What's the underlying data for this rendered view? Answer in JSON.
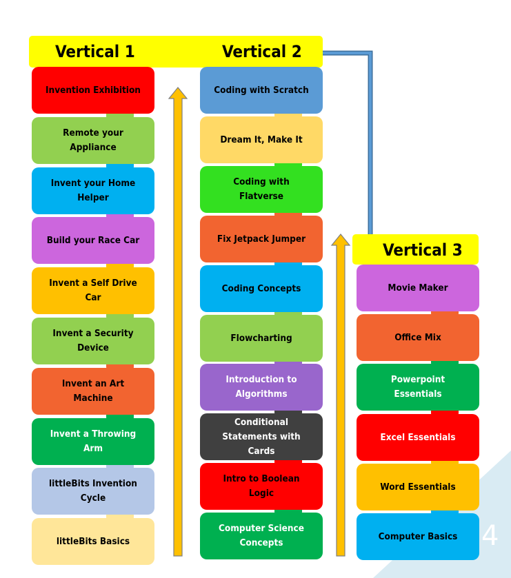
{
  "verticals": [
    {
      "label": "Vertical 1"
    },
    {
      "label": "Vertical 2"
    },
    {
      "label": "Vertical 3"
    }
  ],
  "columns": [
    {
      "name": "vertical-1",
      "cards": [
        {
          "label": "Invention Exhibition",
          "color": "#ff0000"
        },
        {
          "label": "Remote your Appliance",
          "color": "#92d050"
        },
        {
          "label": "Invent your Home Helper",
          "color": "#00b0f0"
        },
        {
          "label": "Build your Race Car",
          "color": "#cc66dd"
        },
        {
          "label": "Invent a Self Drive Car",
          "color": "#ffc000"
        },
        {
          "label": "Invent a Security Device",
          "color": "#92d050"
        },
        {
          "label": "Invent an Art Machine",
          "color": "#f26430"
        },
        {
          "label": "Invent a Throwing Arm",
          "color": "#00b050"
        },
        {
          "label": "littleBits Invention Cycle",
          "color": "#b4c7e7"
        },
        {
          "label": "littleBits Basics",
          "color": "#ffe699"
        }
      ]
    },
    {
      "name": "vertical-2",
      "cards": [
        {
          "label": "Coding with Scratch",
          "color": "#5b9bd5"
        },
        {
          "label": "Dream It, Make It",
          "color": "#ffd966"
        },
        {
          "label": "Coding with Flatverse",
          "color": "#33e020"
        },
        {
          "label": "Fix Jetpack Jumper",
          "color": "#f26430"
        },
        {
          "label": "Coding Concepts",
          "color": "#00b0f0"
        },
        {
          "label": "Flowcharting",
          "color": "#92d050"
        },
        {
          "label": "Introduction to Algorithms",
          "color": "#9966cc"
        },
        {
          "label": "Conditional Statements with Cards",
          "color": "#404040"
        },
        {
          "label": "Intro to Boolean Logic",
          "color": "#ff0000"
        },
        {
          "label": "Computer Science Concepts",
          "color": "#00b050"
        }
      ]
    },
    {
      "name": "vertical-3",
      "cards": [
        {
          "label": "Movie Maker",
          "color": "#cc66dd"
        },
        {
          "label": "Office Mix",
          "color": "#f26430"
        },
        {
          "label": "Powerpoint Essentials",
          "color": "#00b050"
        },
        {
          "label": "Excel Essentials",
          "color": "#ff0000"
        },
        {
          "label": "Word Essentials",
          "color": "#ffc000"
        },
        {
          "label": "Computer Basics",
          "color": "#00b0f0"
        }
      ]
    }
  ],
  "page_number": "4",
  "colors": {
    "banner": "#ffff00",
    "arrow": "#ffc000",
    "connector": "#5b9bd5",
    "decoration": "#d9ebf3"
  }
}
